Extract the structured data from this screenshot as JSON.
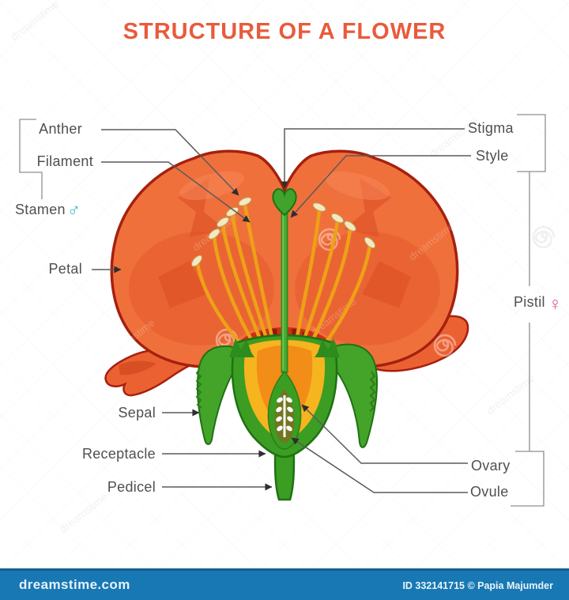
{
  "title": "STRUCTURE OF A FLOWER",
  "labels": {
    "anther": "Anther",
    "filament": "Filament",
    "stamen": "Stamen",
    "male_symbol": "♂",
    "petal": "Petal",
    "sepal": "Sepal",
    "receptacle": "Receptacle",
    "pedicel": "Pedicel",
    "stigma": "Stigma",
    "style": "Style",
    "pistil": "Pistil",
    "female_symbol": "♀",
    "ovary": "Ovary",
    "ovule": "Ovule"
  },
  "watermark": {
    "text": "dreamstime"
  },
  "footer": {
    "site": "dreamstime.com",
    "credit": "ID 332141715 © Papia Majumder"
  },
  "colors": {
    "title": "#E85B3C",
    "label_text": "#4F4F4F",
    "leader_line": "#5A5A5A",
    "bracket_line": "#8F8F8F",
    "male_symbol": "#3AB7C9",
    "female_symbol": "#D8529C",
    "petal": "#F0703C",
    "petal_shade": "#E4572A",
    "petal_outline": "#A6200F",
    "wing_petal": "#EC6132",
    "filament": "#EDA117",
    "anther": "#F2E9C4",
    "style_green": "#2F8C1B",
    "leaf_green": "#44A42A",
    "dark_green": "#1E7212",
    "receptacle_yellow": "#F6B41E",
    "receptacle_orange": "#F28D17",
    "ovule_bed_olive": "#70761F",
    "ovule_white": "#FFFFFF",
    "base_red": "#CC2F16",
    "footer_bg": "#1878B3",
    "footer_strip": "#155E92"
  }
}
